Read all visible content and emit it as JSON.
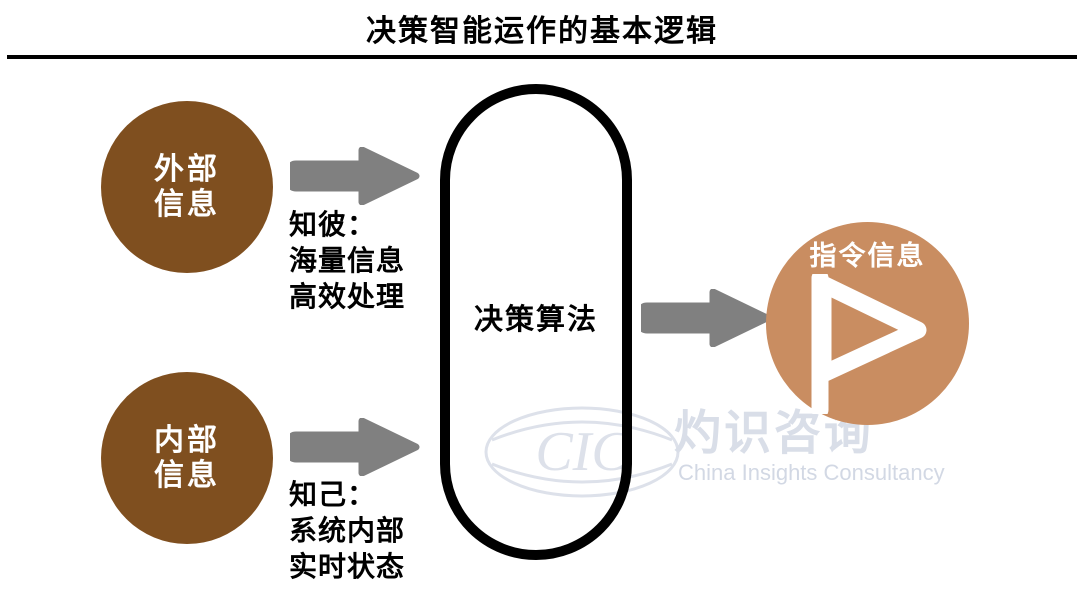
{
  "header": {
    "title": "决策智能运作的基本逻辑"
  },
  "diagram": {
    "type": "flow",
    "nodes": {
      "external_source": {
        "label": "外部\n信息",
        "line1": "外部",
        "line2": "信息",
        "shape": "circle",
        "fill": "#7f4f1f",
        "text_color": "#ffffff"
      },
      "internal_source": {
        "label": "内部\n信息",
        "line1": "内部",
        "line2": "信息",
        "shape": "circle",
        "fill": "#7f4f1f",
        "text_color": "#ffffff"
      },
      "processor": {
        "label": "决策算法",
        "shape": "capsule",
        "fill": "#ffffff",
        "stroke": "#000000",
        "text_color": "#000000"
      },
      "output": {
        "label": "指令信息",
        "shape": "circle",
        "fill": "#c98d61",
        "text_color": "#ffffff",
        "icon": "flag-icon"
      }
    },
    "captions": {
      "know_others": "知彼：\n海量信息\n高效处理",
      "know_self": "知己：\n系统内部\n实时状态"
    },
    "arrows": {
      "color": "#808080",
      "external_to_processor": "arrow-right-icon",
      "internal_to_processor": "arrow-right-icon",
      "processor_to_output": "arrow-right-icon"
    }
  },
  "watermark": {
    "logo_text": "CIC",
    "company_cn": "灼识咨询",
    "company_en": "China Insights Consultancy",
    "color": "#d9dee8"
  }
}
